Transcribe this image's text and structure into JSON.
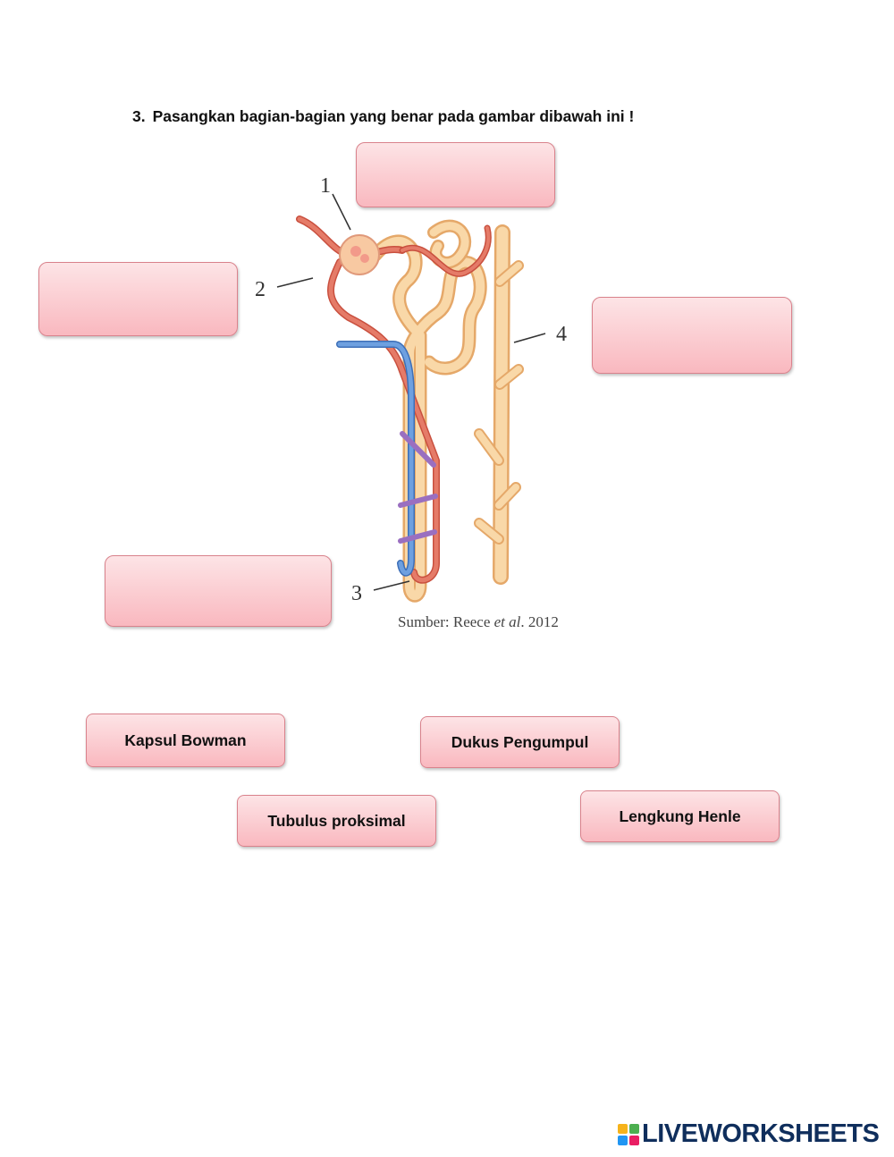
{
  "question": {
    "number": "3.",
    "text": "Pasangkan bagian-bagian yang benar pada gambar dibawah ini !"
  },
  "figure": {
    "labels": [
      "1",
      "2",
      "3",
      "4"
    ],
    "caption_prefix": "Sumber: Reece ",
    "caption_italic": "et al",
    "caption_suffix": ". 2012"
  },
  "answer_cards": {
    "kapsul": "Kapsul Bowman",
    "dukus": "Dukus Pengumpul",
    "tubulus": "Tubulus proksimal",
    "henle": "Lengkung Henle"
  },
  "brand": {
    "name": "LIVEWORKSHEETS",
    "color": "#0f2e5c"
  },
  "colors": {
    "box_top": "#fde4e6",
    "box_bottom": "#f9b8bf",
    "tubule": "#f7cf98",
    "artery": "#e06a5a",
    "vein": "#5b8fd4"
  }
}
